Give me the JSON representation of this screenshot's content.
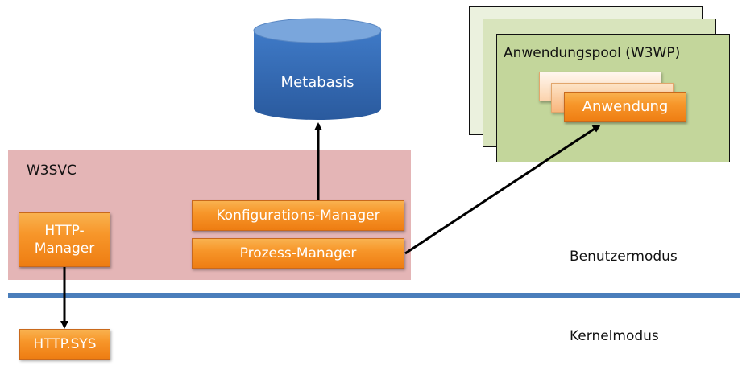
{
  "diagram": {
    "metabase": {
      "label": "Metabasis"
    },
    "app_pool": {
      "label": "Anwendungspool (W3WP)",
      "application_label": "Anwendung"
    },
    "w3svc": {
      "label": "W3SVC",
      "http_manager": "HTTP-\nManager",
      "config_manager": "Konfigurations-Manager",
      "process_manager": "Prozess-Manager"
    },
    "kernel": {
      "http_sys": "HTTP.SYS"
    },
    "modes": {
      "user": "Benutzermodus",
      "kernel": "Kernelmodus"
    },
    "colors": {
      "w3svc_bg": "#e4b5b6",
      "pool_bg": "#c3d69b",
      "component_orange": "#f7962a",
      "database_blue": "#3a6fb5",
      "divider_blue": "#4a7ebb"
    },
    "connections": [
      {
        "from": "config_manager",
        "to": "metabase"
      },
      {
        "from": "process_manager",
        "to": "application"
      },
      {
        "from": "http_manager",
        "to": "http_sys"
      }
    ]
  }
}
